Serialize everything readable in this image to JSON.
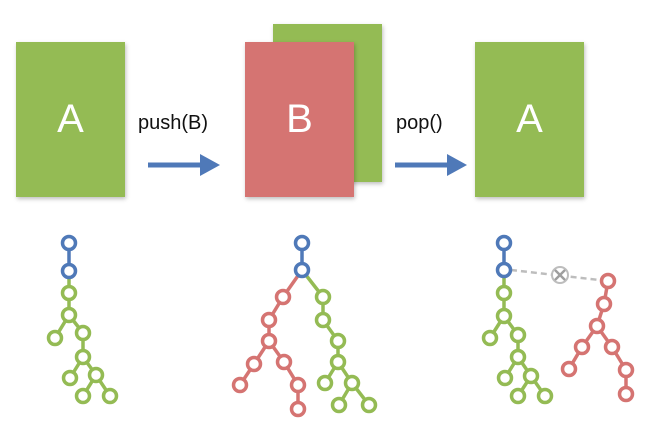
{
  "colors": {
    "green": "#94bb54",
    "red": "#d57472",
    "blue": "#4f79b8",
    "arrow": "#4f79b8",
    "cut_line": "#bdbdbd"
  },
  "panels": {
    "left": {
      "card_label": "A"
    },
    "middle": {
      "card_label": "B"
    },
    "right": {
      "card_label": "A"
    }
  },
  "arrows": {
    "push_label": "push(B)",
    "pop_label": "pop()"
  },
  "icons": {
    "cut": "x-cross-icon",
    "arrow": "arrow-right-icon"
  }
}
